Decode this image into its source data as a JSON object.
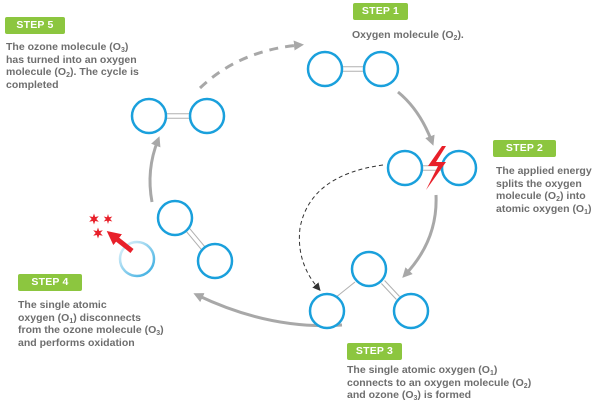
{
  "colors": {
    "step_badge": "#8cc63f",
    "atom_stroke": "#1aa0dc",
    "arrow": "#a8a8a8",
    "energy": "#e8202a",
    "text": "#6e6e6e"
  },
  "steps": [
    {
      "badge": "STEP 1",
      "lines": [
        [
          {
            "t": "Oxygen molecule (O"
          },
          {
            "sub": "2"
          },
          {
            "t": ")."
          }
        ]
      ]
    },
    {
      "badge": "STEP 2",
      "lines": [
        [
          {
            "t": "The applied energy"
          }
        ],
        [
          {
            "t": "splits the oxygen"
          }
        ],
        [
          {
            "t": "molecule (O"
          },
          {
            "sub": "2"
          },
          {
            "t": ") into"
          }
        ],
        [
          {
            "t": "atomic oxygen (O"
          },
          {
            "sub": "1"
          },
          {
            "t": ")"
          }
        ]
      ]
    },
    {
      "badge": "STEP 3",
      "lines": [
        [
          {
            "t": "The single atomic oxygen (O"
          },
          {
            "sub": "1"
          },
          {
            "t": ")"
          }
        ],
        [
          {
            "t": "connects to an oxygen molecule (O"
          },
          {
            "sub": "2"
          },
          {
            "t": ")"
          }
        ],
        [
          {
            "t": "and ozone (O"
          },
          {
            "sub": "3"
          },
          {
            "t": ") is formed"
          }
        ]
      ]
    },
    {
      "badge": "STEP 4",
      "lines": [
        [
          {
            "t": "The single atomic"
          }
        ],
        [
          {
            "t": "oxygen (O"
          },
          {
            "sub": "1"
          },
          {
            "t": ") disconnects"
          }
        ],
        [
          {
            "t": "from the ozone molecule (O"
          },
          {
            "sub": "3"
          },
          {
            "t": ")"
          }
        ],
        [
          {
            "t": "and performs oxidation"
          }
        ]
      ]
    },
    {
      "badge": "STEP 5",
      "lines": [
        [
          {
            "t": "The ozone molecule (O"
          },
          {
            "sub": "3"
          },
          {
            "t": ")"
          }
        ],
        [
          {
            "t": "has turned into an oxygen"
          }
        ],
        [
          {
            "t": "molecule (O"
          },
          {
            "sub": "2"
          },
          {
            "t": "). The cycle is"
          }
        ],
        [
          {
            "t": "completed"
          }
        ]
      ]
    }
  ],
  "icons": {
    "energy": "lightning-bolt-icon",
    "oxidation": "sparkle-stars-icon"
  }
}
